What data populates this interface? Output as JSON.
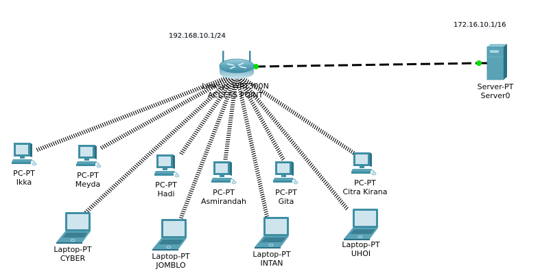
{
  "diagram": {
    "type": "network-topology",
    "colors": {
      "device_teal": "#3e8ea3",
      "screen": "#cfe5ee",
      "wireless_link": "#000000",
      "wired_link": "#000000",
      "port_up": "#00e000"
    },
    "ip_labels": [
      {
        "text": "192.168.10.1/24"
      },
      {
        "text": "172.16.10.1/16"
      }
    ],
    "access_point": {
      "model": "Linksys-WRT300N",
      "name": "ACCESS POINT",
      "icon": "wireless-router-icon"
    },
    "server": {
      "model": "Server-PT",
      "name": "Server0",
      "icon": "server-icon"
    },
    "pcs": [
      {
        "model": "PC-PT",
        "name": "Ikka"
      },
      {
        "model": "PC-PT",
        "name": "Meyda"
      },
      {
        "model": "PC-PT",
        "name": "Hadi"
      },
      {
        "model": "PC-PT",
        "name": "Asmirandah"
      },
      {
        "model": "PC-PT",
        "name": "Gita"
      },
      {
        "model": "PC-PT",
        "name": "Citra Kirana"
      }
    ],
    "laptops": [
      {
        "model": "Laptop-PT",
        "name": "CYBER"
      },
      {
        "model": "Laptop-PT",
        "name": "JOMBLO"
      },
      {
        "model": "Laptop-PT",
        "name": "INTAN"
      },
      {
        "model": "Laptop-PT",
        "name": "UHOI"
      }
    ],
    "links": [
      {
        "from": "ACCESS POINT",
        "to": "Server0",
        "kind": "wired-dashed"
      },
      {
        "from": "ACCESS POINT",
        "to": "Ikka",
        "kind": "wireless"
      },
      {
        "from": "ACCESS POINT",
        "to": "Meyda",
        "kind": "wireless"
      },
      {
        "from": "ACCESS POINT",
        "to": "Hadi",
        "kind": "wireless"
      },
      {
        "from": "ACCESS POINT",
        "to": "Asmirandah",
        "kind": "wireless"
      },
      {
        "from": "ACCESS POINT",
        "to": "Gita",
        "kind": "wireless"
      },
      {
        "from": "ACCESS POINT",
        "to": "Citra Kirana",
        "kind": "wireless"
      },
      {
        "from": "ACCESS POINT",
        "to": "CYBER",
        "kind": "wireless"
      },
      {
        "from": "ACCESS POINT",
        "to": "JOMBLO",
        "kind": "wireless"
      },
      {
        "from": "ACCESS POINT",
        "to": "INTAN",
        "kind": "wireless"
      },
      {
        "from": "ACCESS POINT",
        "to": "UHOI",
        "kind": "wireless"
      }
    ]
  }
}
